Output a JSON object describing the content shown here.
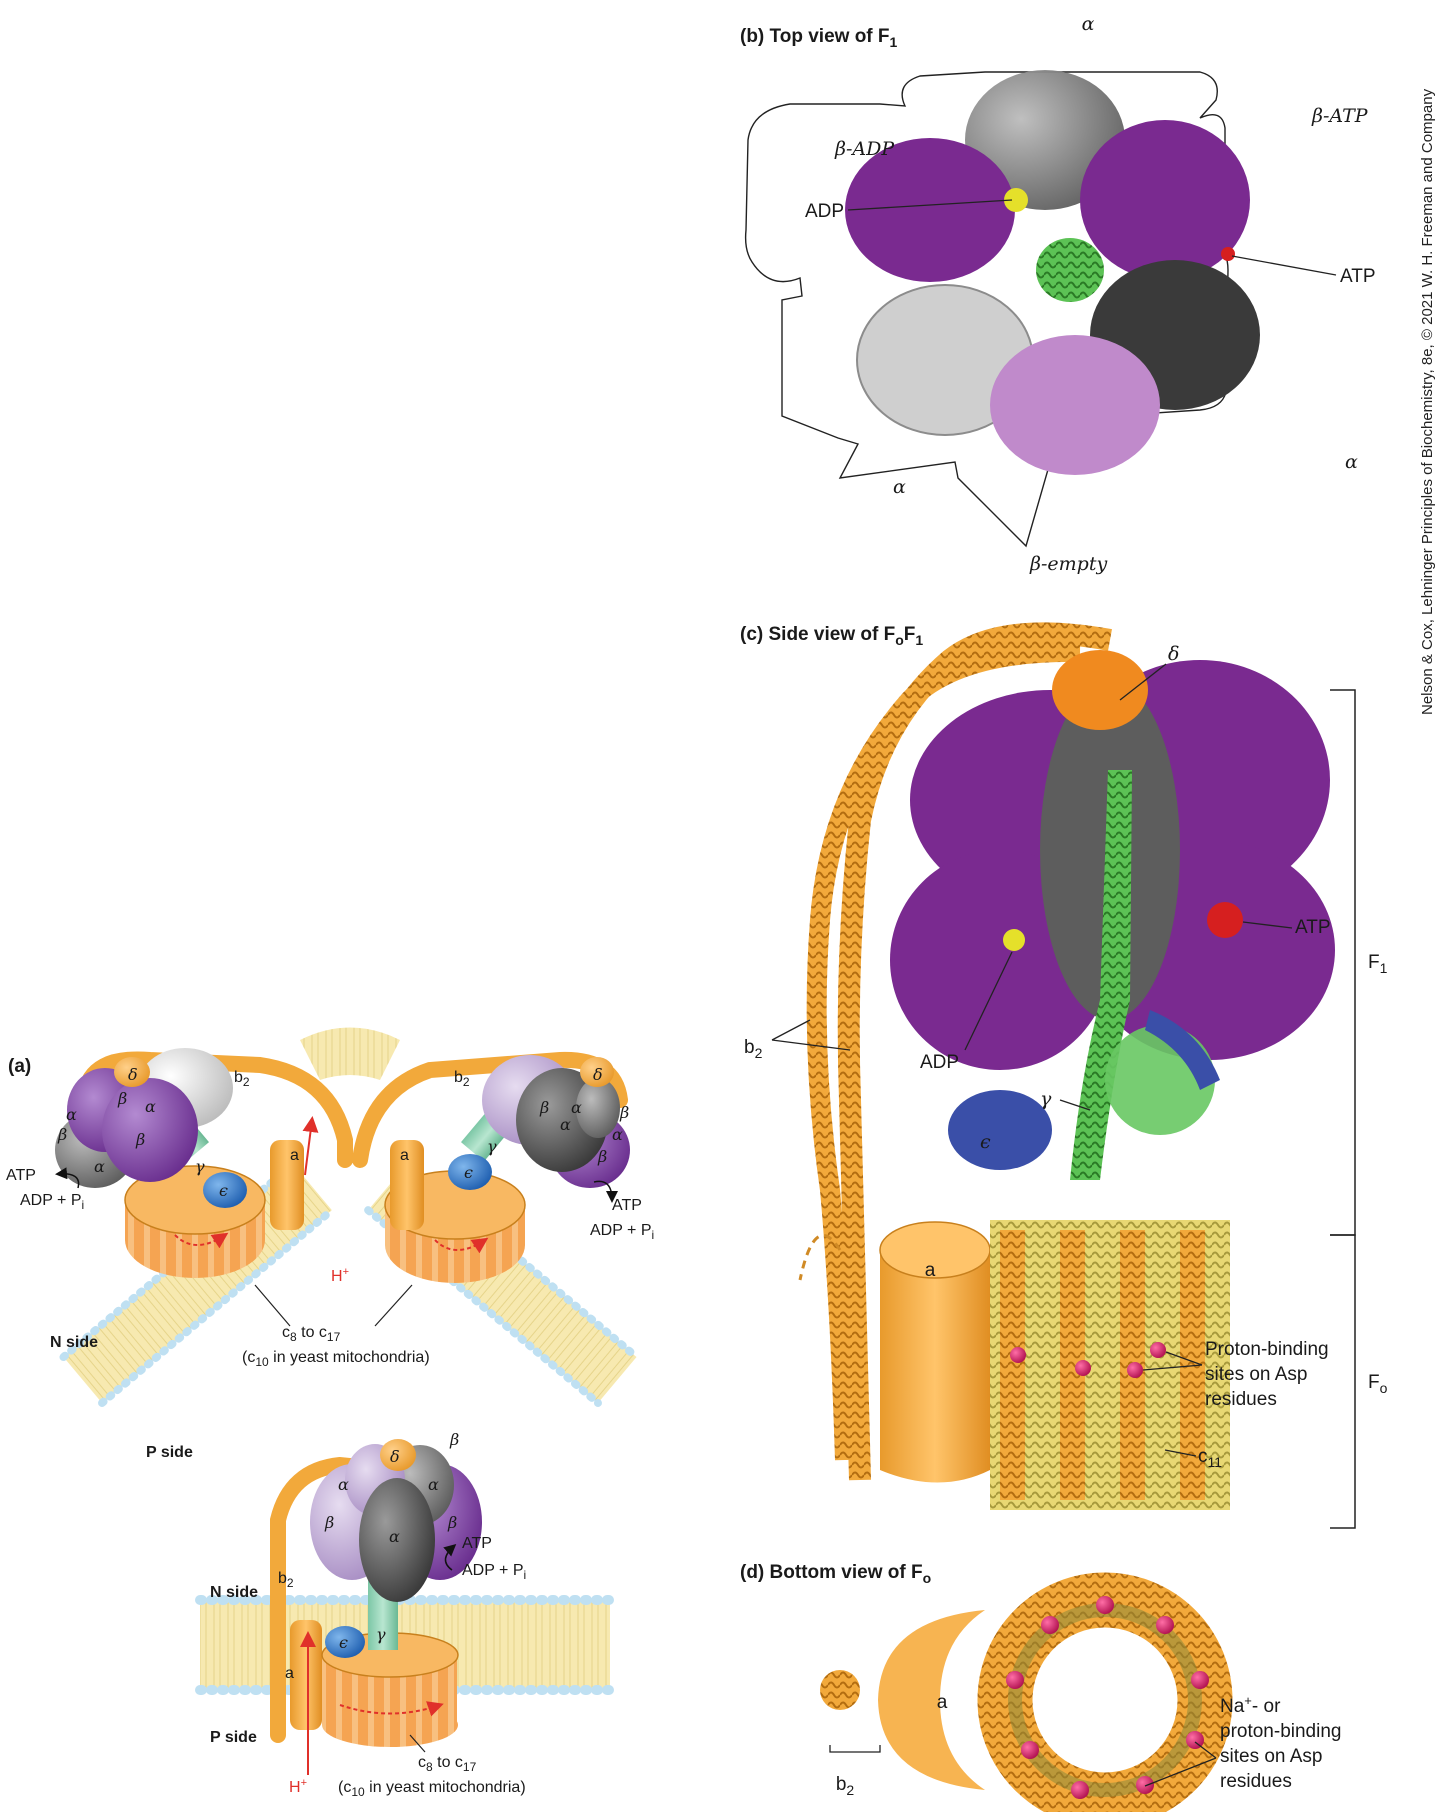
{
  "credit": "Nelson & Cox, Lehninger Principles of Biochemistry, 8e, © 2021 W. H. Freeman and Company",
  "colors": {
    "purple_beta": "#7a2a90",
    "light_purple": "#c08acb",
    "gray_alpha": "#7a7a7a",
    "dark_alpha": "#3a3a3a",
    "light_alpha": "#bdbdbd",
    "green_gamma": "#4fb64a",
    "blue_epsilon": "#3a4fa8",
    "orange_stator": "#f2a93b",
    "yellow_ring": "#e8d873",
    "proton_site": "#d61f6a",
    "membrane": "#f7e9b0",
    "lipid_head": "#bfe0f2",
    "proton_arrow": "#e0302a"
  },
  "panel_a": {
    "label": "(a)",
    "n_side": "N side",
    "p_side": "P side",
    "atp": "ATP",
    "adp_pi": "ADP + P",
    "pi_sub": "i",
    "h_plus": "H",
    "plus": "+",
    "b2": "b",
    "b2_sub": "2",
    "subunit_a": "a",
    "c_ring_line1_c": "c",
    "c_ring_line1_s1": "8",
    "c_ring_line1_to": " to c",
    "c_ring_line1_s2": "17",
    "c_ring_line2_pre": "(c",
    "c_ring_line2_sub": "10",
    "c_ring_line2_post": " in yeast mitochondria)",
    "alpha": "α",
    "beta": "β",
    "gamma": "γ",
    "delta": "δ",
    "epsilon": "ϵ"
  },
  "panel_b": {
    "title_pre": "(b)  Top view of F",
    "title_sub": "1",
    "alpha": "α",
    "beta_adp": "β-ADP",
    "beta_atp": "β-ATP",
    "beta_empty": "β-empty",
    "adp": "ADP",
    "atp": "ATP"
  },
  "panel_c": {
    "title_pre": "(c)  Side view of F",
    "title_sub1": "o",
    "title_mid": "F",
    "title_sub2": "1",
    "delta": "δ",
    "gamma": "γ",
    "epsilon": "ϵ",
    "atp": "ATP",
    "adp": "ADP",
    "b2": "b",
    "b2_sub": "2",
    "subunit_a": "a",
    "f1": "F",
    "f1_sub": "1",
    "fo": "F",
    "fo_sub": "o",
    "proton_sites": [
      "Proton-binding",
      "sites on Asp",
      "residues"
    ],
    "c11": "c",
    "c11_sub": "11"
  },
  "panel_d": {
    "title_pre": "(d)  Bottom view of F",
    "title_sub": "o",
    "subunit_a": "a",
    "b2": "b",
    "b2_sub": "2",
    "sites_line1_pre": "Na",
    "sites_line1_sup": "+",
    "sites_line1_post": "- or",
    "sites_lines": [
      "proton-binding",
      "sites on Asp",
      "residues"
    ]
  }
}
